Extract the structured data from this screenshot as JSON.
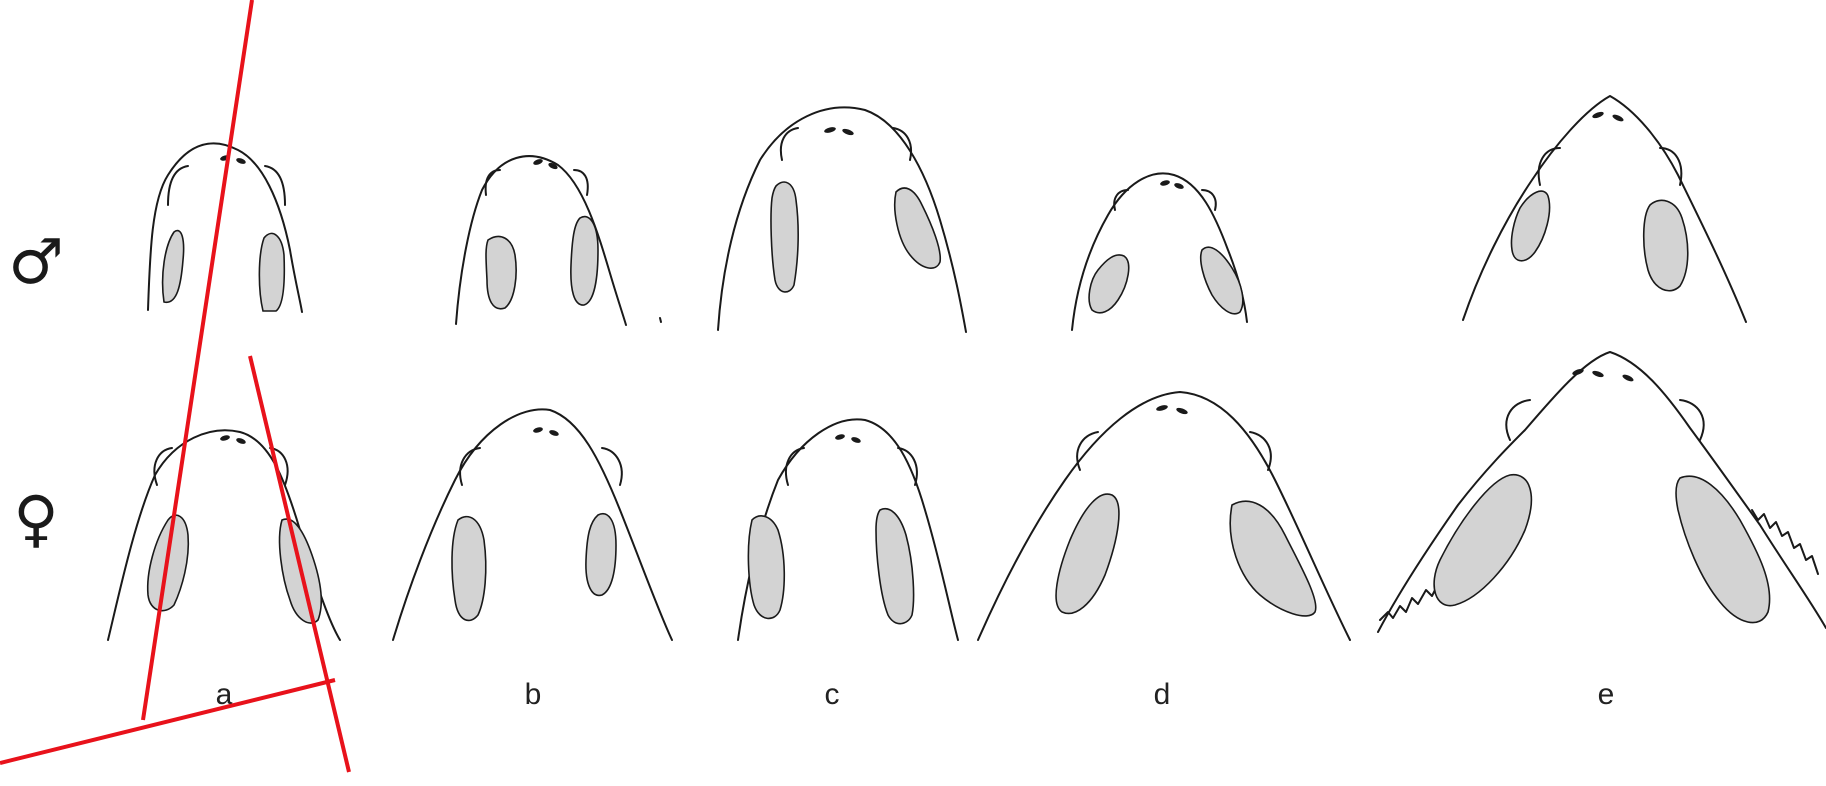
{
  "rows": [
    {
      "symbol": "♂",
      "name": "male"
    },
    {
      "symbol": "♀",
      "name": "female"
    }
  ],
  "columns": [
    "a",
    "b",
    "c",
    "d",
    "e"
  ],
  "colors": {
    "outline": "#1a1a1a",
    "patch": "#d3d3d3",
    "overlay": "#e8121b",
    "background": "#ffffff"
  }
}
